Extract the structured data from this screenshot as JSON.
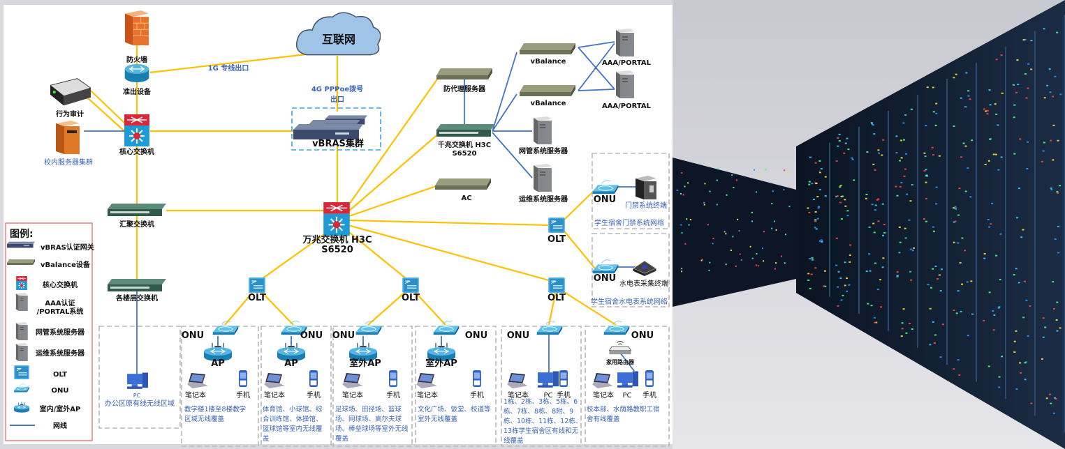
{
  "colors": {
    "backbone": "#ffc000",
    "cable": "#4472c4",
    "legend_border": "#e06060",
    "label_blue": "#3a64b8"
  },
  "top": {
    "firewall": "防火墙",
    "exit_device": "准出设备",
    "line_1g": "1G 专线出口",
    "internet": "互联网",
    "pppoe_line1": "4G PPPoe拨号",
    "pppoe_line2": "出口",
    "vbras": "vBRAS集群",
    "audit": "行为审计",
    "server_cluster": "校内服务器集群",
    "core_switch": "核心交换机",
    "aggregation": "汇聚交换机",
    "floor_switch": "各楼层交换机",
    "office_pc": "PC",
    "office_area": "办公区原有线无线区域",
    "main_switch_line1": "万兆交换机 H3C",
    "main_switch_line2": "S6520",
    "proxy": "防代理服务器",
    "gig_switch_line1": "千兆交换机 H3C",
    "gig_switch_line2": "S6520",
    "ac": "AC",
    "vbalance1": "vBalance",
    "vbalance2": "vBalance",
    "aaa1": "AAA/PORTAL",
    "aaa2": "AAA/PORTAL",
    "nms": "网管系统服务器",
    "ops": "运维系统服务器"
  },
  "olt_label": "OLT",
  "onu_label": "ONU",
  "side_boxes": [
    {
      "terminal": "门禁系统终端",
      "title": "学生宿舍门禁系统网络"
    },
    {
      "terminal": "水电表采集终端",
      "title": "学生宿舍水电表系统网络"
    }
  ],
  "legend": {
    "title": "图例:",
    "items": [
      {
        "icon": "vbras-gateway-icon",
        "label": "vBRAS认证网关"
      },
      {
        "icon": "vbalance-device-icon",
        "label": "vBalance设备"
      },
      {
        "icon": "core-switch-icon",
        "label": "核心交换机"
      },
      {
        "icon": "aaa-server-icon",
        "label": "AAA认证"
      },
      {
        "icon": "aaa-server-icon",
        "label": "/PORTAL系统"
      },
      {
        "icon": "nms-server-icon",
        "label": "网管系统服务器"
      },
      {
        "icon": "ops-server-icon",
        "label": "运维系统服务器"
      },
      {
        "icon": "olt-icon",
        "label": "OLT"
      },
      {
        "icon": "onu-icon",
        "label": "ONU"
      },
      {
        "icon": "access-point-icon",
        "label": "室内/室外AP"
      },
      {
        "icon": "cable-line-icon",
        "label": "网线"
      }
    ]
  },
  "zones": [
    {
      "ap": "AP",
      "devices": [
        "笔记本",
        "手机"
      ],
      "desc": [
        "教学楼1楼至8楼教学",
        "区域无线覆盖"
      ]
    },
    {
      "ap": "AP",
      "devices": [
        "笔记本",
        "手机"
      ],
      "desc": [
        "体育馆、小球馆、综",
        "合训练馆、体操馆、",
        "篮球馆等室内无线覆",
        "盖"
      ]
    },
    {
      "ap": "室外AP",
      "devices": [
        "笔记本",
        "手机"
      ],
      "desc": [
        "足球场、田径场、篮球",
        "场、网球场、高尔夫球",
        "场、棒垒球场等室外无线",
        "覆盖"
      ]
    },
    {
      "ap": "室外AP",
      "devices": [
        "笔记本",
        "手机"
      ],
      "desc": [
        "文化广场、饭堂、校道等",
        "室外无线覆盖"
      ]
    },
    {
      "ap": "",
      "devices": [
        "笔记本",
        "PC",
        "手机"
      ],
      "desc": [
        "1栋、2栋、3栋、5栋、6",
        "栋、7栋、8栋、8附、9",
        "栋、10栋、11栋、12栋、",
        "13栋学生宿舍区有线和无",
        "线覆盖"
      ]
    },
    {
      "ap": "家用路由器",
      "devices": [
        "笔记本",
        "PC",
        "手机"
      ],
      "desc": [
        "校本部、水荫路教职工宿",
        "舍有线覆盖"
      ]
    }
  ]
}
